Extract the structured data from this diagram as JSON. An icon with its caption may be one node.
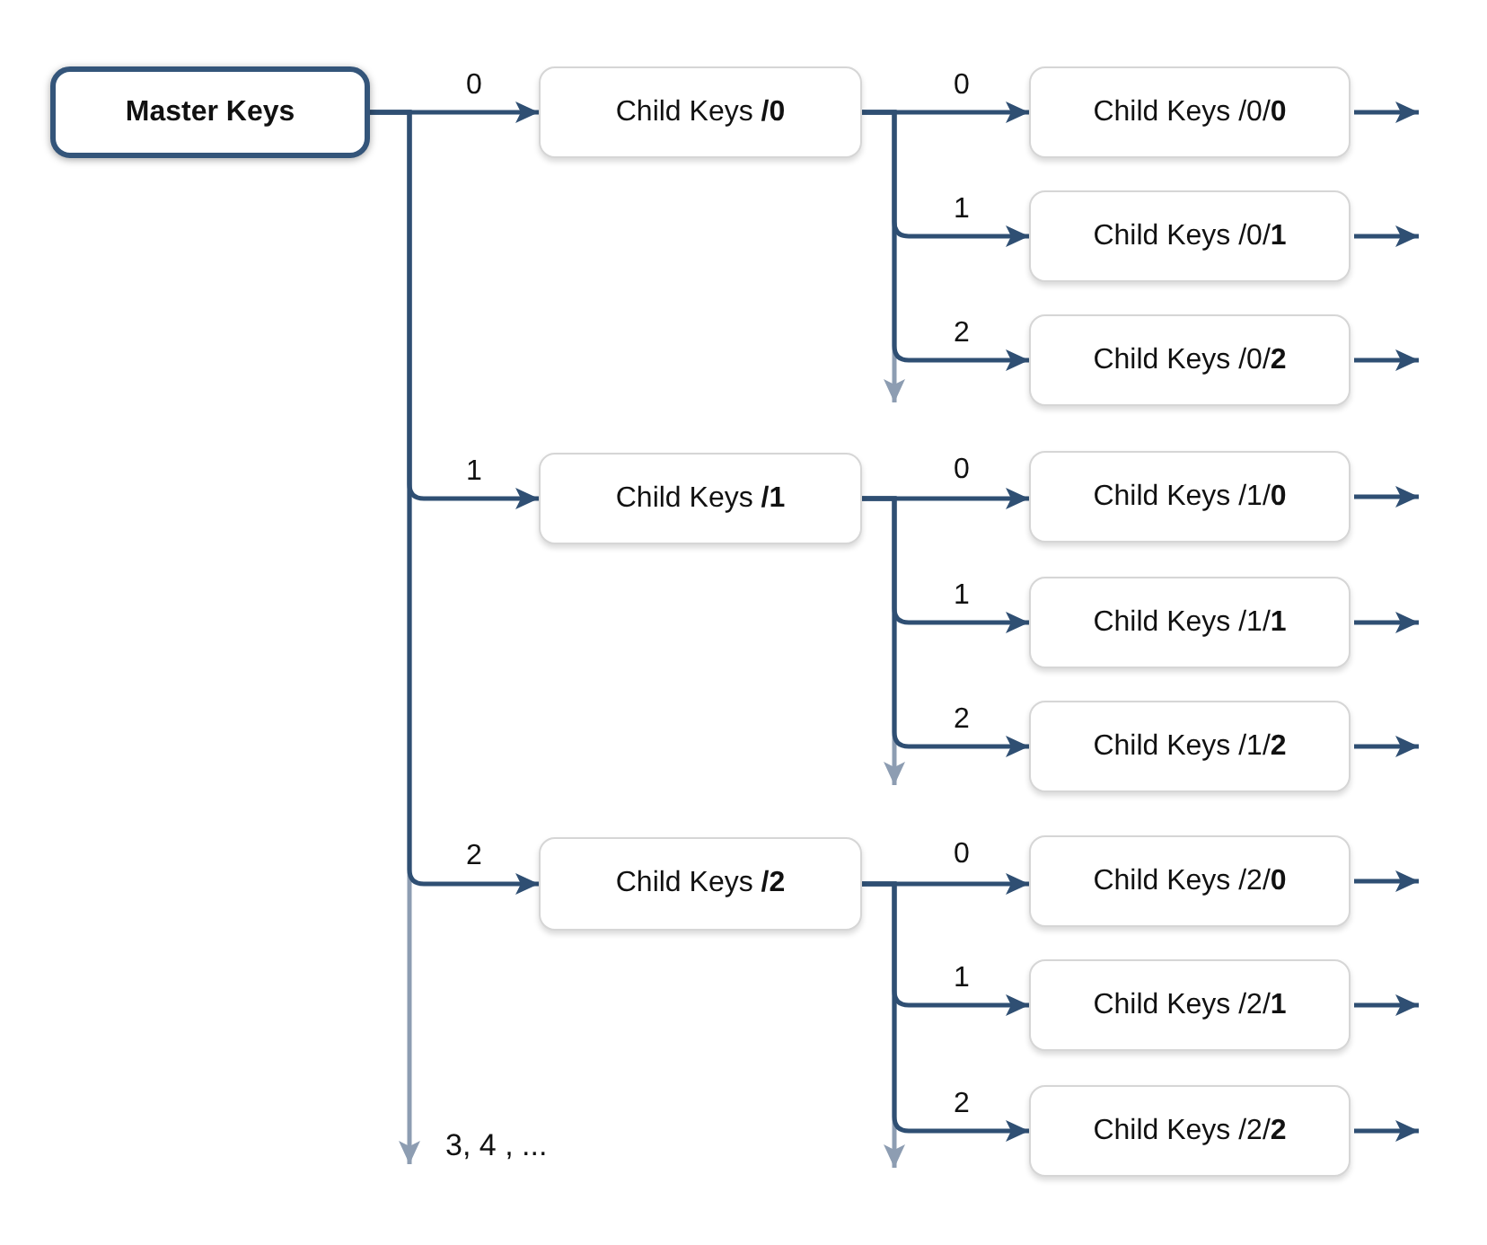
{
  "diagram": {
    "nodes": [
      {
        "text": [
          "Master Keys"
        ]
      },
      {
        "text": [
          "Child Keys **/0**"
        ]
      },
      {
        "text": [
          "Child Keys /0/**0**"
        ]
      },
      {
        "text": [
          "Child Keys /0/**1**"
        ]
      },
      {
        "text": [
          "Child Keys /0/**2**"
        ]
      },
      {
        "text": [
          "Child Keys **/1**"
        ]
      },
      {
        "text": [
          "Child Keys /1/**0**"
        ]
      },
      {
        "text": [
          "Child Keys /1/**1**"
        ]
      },
      {
        "text": [
          "Child Keys /1/**2**"
        ]
      },
      {
        "text": [
          "Child Keys **/2**"
        ]
      },
      {
        "text": [
          "Child Keys /2/**0**"
        ]
      },
      {
        "text": [
          "Child Keys /2/**1**"
        ]
      },
      {
        "text": [
          "Child Keys /2/**2**"
        ]
      }
    ],
    "edges": [
      {
        "from": 0,
        "to": null,
        "arrow": "to",
        "color": "#8d9db2"
      },
      {
        "from": 1,
        "to": null,
        "arrow": "to",
        "color": "#8d9db2"
      },
      {
        "from": 5,
        "to": null,
        "arrow": "to",
        "color": "#8d9db2"
      },
      {
        "from": 9,
        "to": null,
        "arrow": "to",
        "color": "#8d9db2"
      },
      {
        "from": 0,
        "to": 1,
        "arrow": "to",
        "label": "0"
      },
      {
        "from": 0,
        "to": 5,
        "arrow": "to",
        "label": "1"
      },
      {
        "from": 0,
        "to": 9,
        "arrow": "to",
        "label": "2"
      },
      {
        "from": 1,
        "to": 2,
        "arrow": "to",
        "label": "0"
      },
      {
        "from": 1,
        "to": 3,
        "arrow": "to",
        "label": "1"
      },
      {
        "from": 1,
        "to": 4,
        "arrow": "to",
        "label": "2"
      },
      {
        "from": 5,
        "to": 6,
        "arrow": "to",
        "label": "0"
      },
      {
        "from": 5,
        "to": 7,
        "arrow": "to",
        "label": "1"
      },
      {
        "from": 5,
        "to": 8,
        "arrow": "to",
        "label": "2"
      },
      {
        "from": 9,
        "to": 10,
        "arrow": "to",
        "label": "0"
      },
      {
        "from": 9,
        "to": 11,
        "arrow": "to",
        "label": "1"
      },
      {
        "from": 9,
        "to": 12,
        "arrow": "to",
        "label": "2"
      },
      {
        "from": 2,
        "to": null,
        "arrow": "to"
      },
      {
        "from": 3,
        "to": null,
        "arrow": "to"
      },
      {
        "from": 4,
        "to": null,
        "arrow": "to"
      },
      {
        "from": 6,
        "to": null,
        "arrow": "to"
      },
      {
        "from": 7,
        "to": null,
        "arrow": "to"
      },
      {
        "from": 8,
        "to": null,
        "arrow": "to"
      },
      {
        "from": 10,
        "to": null,
        "arrow": "to"
      },
      {
        "from": 11,
        "to": null,
        "arrow": "to"
      },
      {
        "from": 12,
        "to": null,
        "arrow": "to"
      }
    ],
    "labels": [
      "3, 4 , ..."
    ]
  }
}
